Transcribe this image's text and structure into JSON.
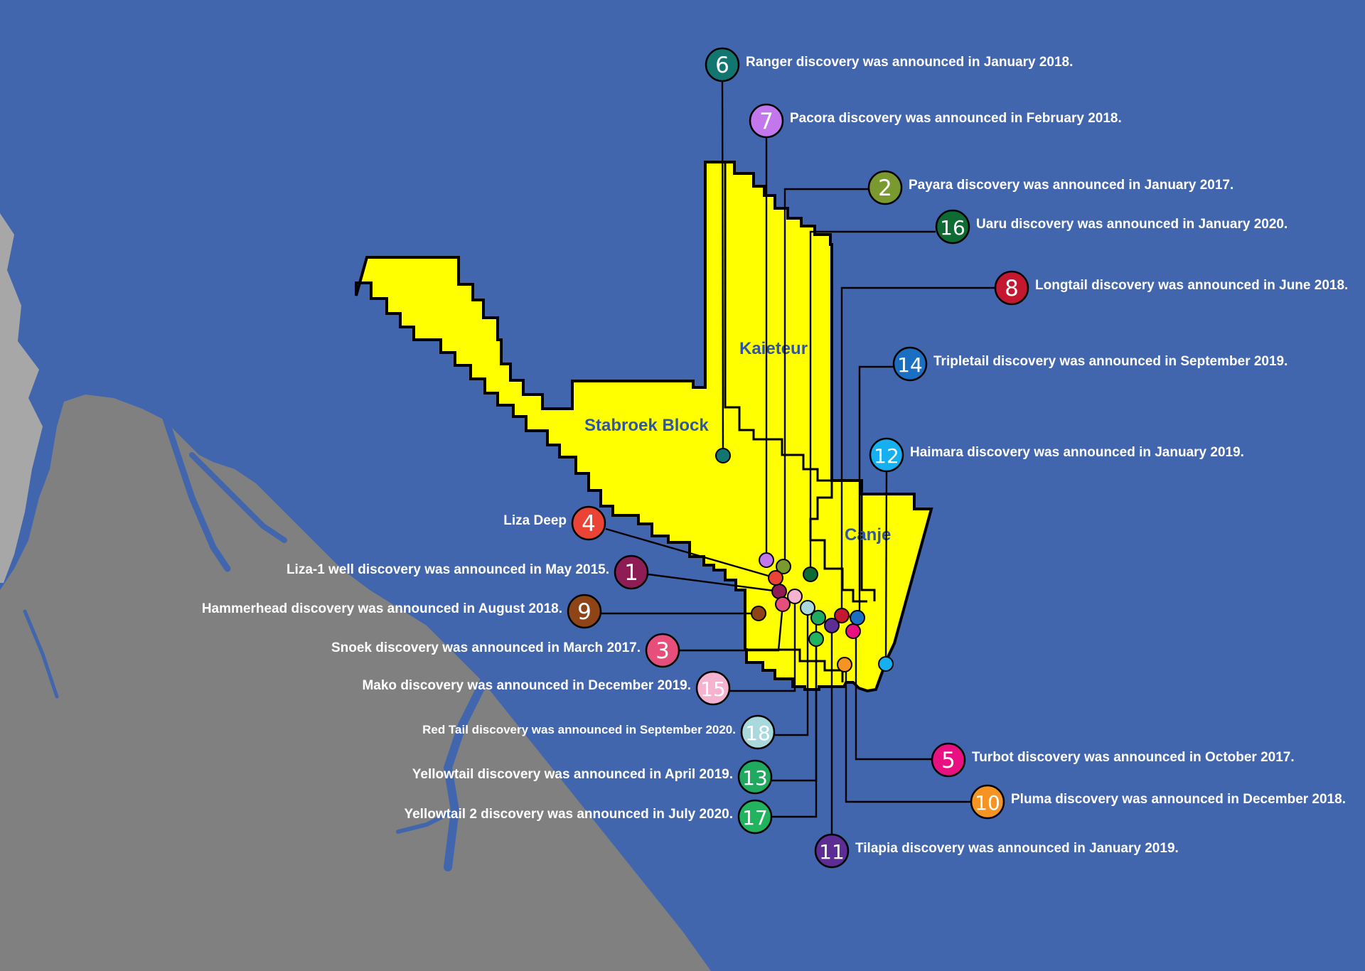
{
  "colors": {
    "sea": "#4266ad",
    "land_dark": "#808080",
    "land_light": "#a7a7a7",
    "river": "#4266ad",
    "block_fill": "#ffff00",
    "block_outline": "#000000",
    "area_label": "#2f56a3",
    "text": "#ffffff"
  },
  "areas": {
    "stabroek": "Stabroek Block",
    "kaieteur": "Kaieteur",
    "canje": "Canje"
  },
  "discoveries": [
    {
      "num": "1",
      "label": "Liza-1 well discovery was announced in May 2015.",
      "color": "#8e1d55",
      "icon": "discovery-marker"
    },
    {
      "num": "2",
      "label": "Payara discovery was announced in January 2017.",
      "color": "#7a9a30",
      "icon": "discovery-marker"
    },
    {
      "num": "3",
      "label": "Snoek discovery was announced in March 2017.",
      "color": "#e64f7c",
      "icon": "discovery-marker"
    },
    {
      "num": "4",
      "label": "Liza Deep",
      "color": "#eb4335",
      "icon": "discovery-marker"
    },
    {
      "num": "5",
      "label": "Turbot discovery was announced in October 2017.",
      "color": "#e91082",
      "icon": "discovery-marker"
    },
    {
      "num": "6",
      "label": "Ranger discovery was announced in January 2018.",
      "color": "#13756f",
      "icon": "discovery-marker"
    },
    {
      "num": "7",
      "label": "Pacora discovery was announced in February 2018.",
      "color": "#c278ec",
      "icon": "discovery-marker"
    },
    {
      "num": "8",
      "label": "Longtail discovery was announced in June 2018.",
      "color": "#c3182f",
      "icon": "discovery-marker"
    },
    {
      "num": "9",
      "label": "Hammerhead discovery was announced in August 2018.",
      "color": "#8e4416",
      "icon": "discovery-marker"
    },
    {
      "num": "10",
      "label": "Pluma discovery was announced in December 2018.",
      "color": "#f59323",
      "icon": "discovery-marker"
    },
    {
      "num": "11",
      "label": "Tilapia discovery was announced in January 2019.",
      "color": "#5d2c95",
      "icon": "discovery-marker"
    },
    {
      "num": "12",
      "label": "Haimara discovery was announced in January 2019.",
      "color": "#16aff0",
      "icon": "discovery-marker"
    },
    {
      "num": "13",
      "label": "Yellowtail discovery was announced in April 2019.",
      "color": "#1faa5f",
      "icon": "discovery-marker"
    },
    {
      "num": "14",
      "label": "Tripletail discovery was announced in September 2019.",
      "color": "#1a6fc2",
      "icon": "discovery-marker"
    },
    {
      "num": "15",
      "label": "Mako discovery was announced in December 2019.",
      "color": "#f5b3d0",
      "icon": "discovery-marker"
    },
    {
      "num": "16",
      "label": "Uaru discovery was announced in January 2020.",
      "color": "#0e6b34",
      "icon": "discovery-marker"
    },
    {
      "num": "17",
      "label": "Yellowtail 2 discovery was announced in July 2020.",
      "color": "#22b35f",
      "icon": "discovery-marker"
    },
    {
      "num": "18",
      "label": "Red Tail discovery was announced in September 2020.",
      "color": "#a9d9dc",
      "icon": "discovery-marker"
    }
  ]
}
